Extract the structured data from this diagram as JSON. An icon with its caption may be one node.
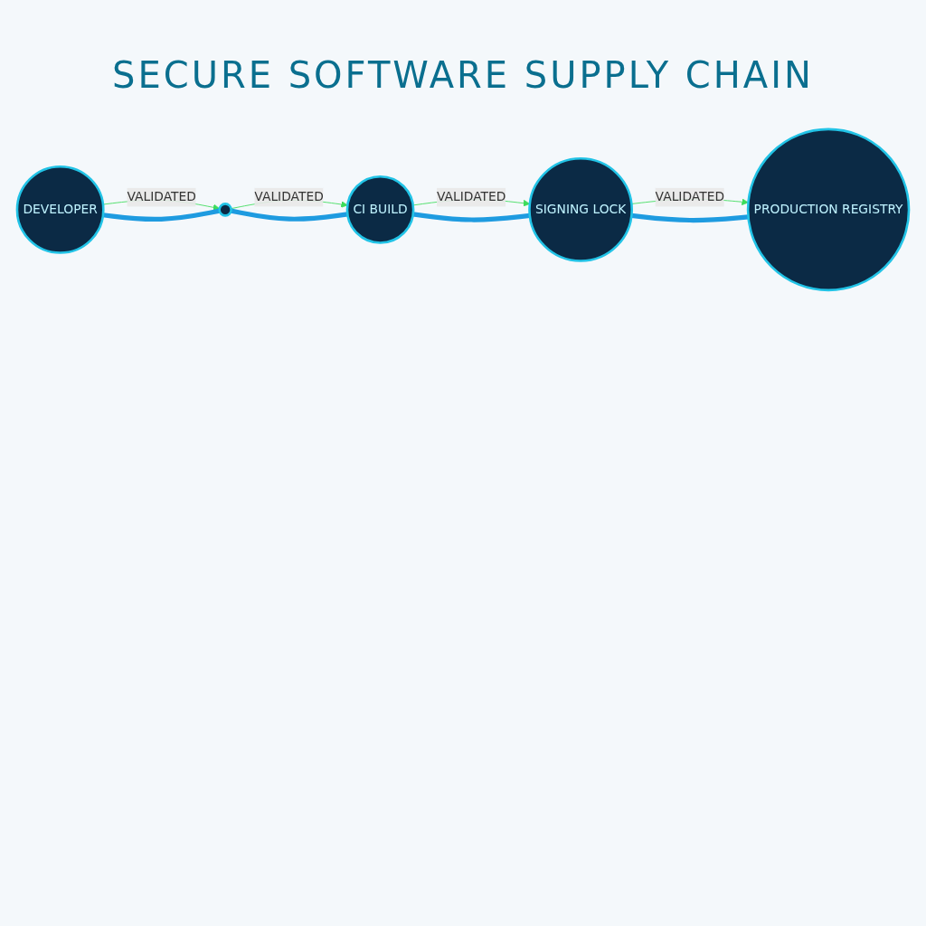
{
  "diagram": {
    "title": "SECURE SOFTWARE SUPPLY CHAIN",
    "nodes": [
      {
        "text": [
          "DEVELOPER"
        ]
      },
      {
        "text": [],
        "shape": "circle"
      },
      {
        "text": [
          "CI BUILD"
        ]
      },
      {
        "text": [
          "SIGNING LOCK"
        ]
      },
      {
        "text": [
          "PRODUCTION REGISTRY"
        ]
      }
    ],
    "edges": [
      {
        "from": 0,
        "to": 1,
        "arrow": "to",
        "label": "VALIDATED",
        "color": "#3ddc5a"
      },
      {
        "from": 1,
        "to": 2,
        "arrow": "to",
        "label": "VALIDATED",
        "color": "#3ddc5a"
      },
      {
        "from": 2,
        "to": 3,
        "arrow": "to",
        "label": "VALIDATED",
        "color": "#3ddc5a"
      },
      {
        "from": 3,
        "to": 4,
        "arrow": "to",
        "label": "VALIDATED",
        "color": "#3ddc5a"
      },
      {
        "from": 0,
        "to": 1,
        "arrow": "none",
        "style": "thick",
        "color": "#1e9be0"
      },
      {
        "from": 1,
        "to": 2,
        "arrow": "none",
        "style": "thick",
        "color": "#1e9be0"
      },
      {
        "from": 2,
        "to": 3,
        "arrow": "none",
        "style": "thick",
        "color": "#1e9be0"
      },
      {
        "from": 3,
        "to": 4,
        "arrow": "none",
        "style": "thick",
        "color": "#1e9be0"
      }
    ]
  }
}
